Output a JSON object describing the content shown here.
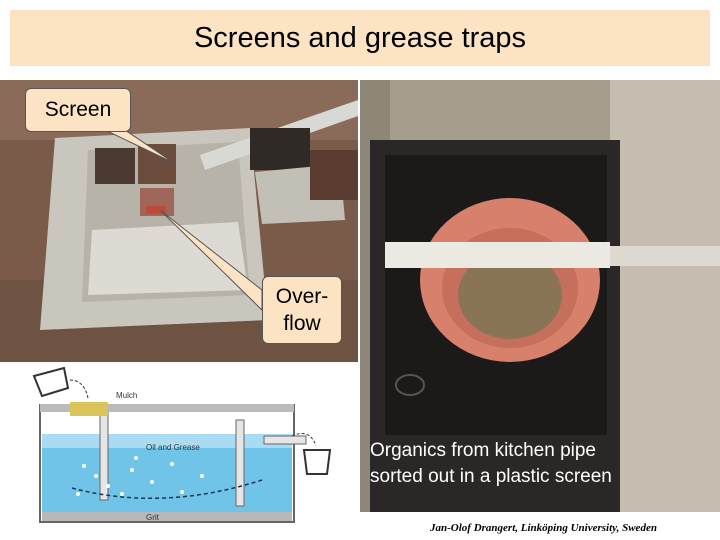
{
  "title": "Screens and grease traps",
  "callouts": {
    "screen": "Screen",
    "overflow_line1": "Over-",
    "overflow_line2": "flow"
  },
  "diagram": {
    "mulch": "Mulch",
    "oil_grease": "Oil and Grease",
    "grit": "Grit"
  },
  "caption": {
    "line1": "Organics from kitchen pipe",
    "line2": "sorted out in a plastic screen"
  },
  "credit": "Jan-Olof Drangert, Linköping University, Sweden"
}
